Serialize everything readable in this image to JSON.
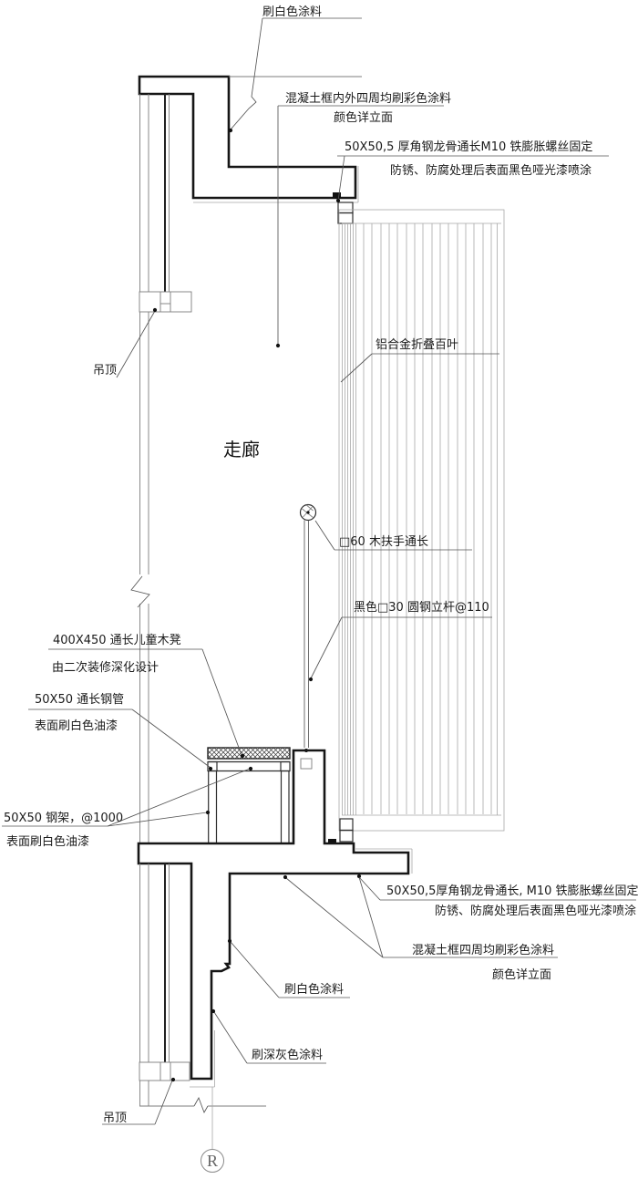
{
  "drawing": {
    "room_label": "走廊",
    "section_marker": "R",
    "ann": {
      "top_white_paint": "刷白色涂料",
      "top_frame1": "混凝土框内外四周均刷彩色涂料",
      "top_frame2": "颜色详立面",
      "top_angle1": "50X50,5  厚角钢龙骨通长M10  铁膨胀螺丝固定",
      "top_angle2": "防锈、防腐处理后表面黑色哑光漆喷涂",
      "louver": "铝合金折叠百叶",
      "ceiling_top": "吊顶",
      "handrail": "□60 木扶手通长",
      "post": "黑色□30 圆钢立杆@110",
      "bench1": "400X450 通长儿童木凳",
      "bench2": "由二次装修深化设计",
      "tube1": "50X50 通长钢管",
      "tube2": "表面刷白色油漆",
      "frame1": "50X50 钢架，@1000",
      "frame2": "表面刷白色油漆",
      "bot_angle1": "50X50,5厚角钢龙骨通长, M10 铁膨胀螺丝固定",
      "bot_angle2": "防锈、防腐处理后表面黑色哑光漆喷涂",
      "bot_frame1": "混凝土框四周均刷彩色涂料",
      "bot_frame2": "颜色详立面",
      "bot_white_paint": "刷白色涂料",
      "bot_gray_paint": "刷深灰色涂料",
      "ceiling_bottom": "吊顶"
    },
    "colors": {
      "ink": "#1c1c1c",
      "light_line": "#a8a8a8",
      "background": "#ffffff"
    }
  }
}
